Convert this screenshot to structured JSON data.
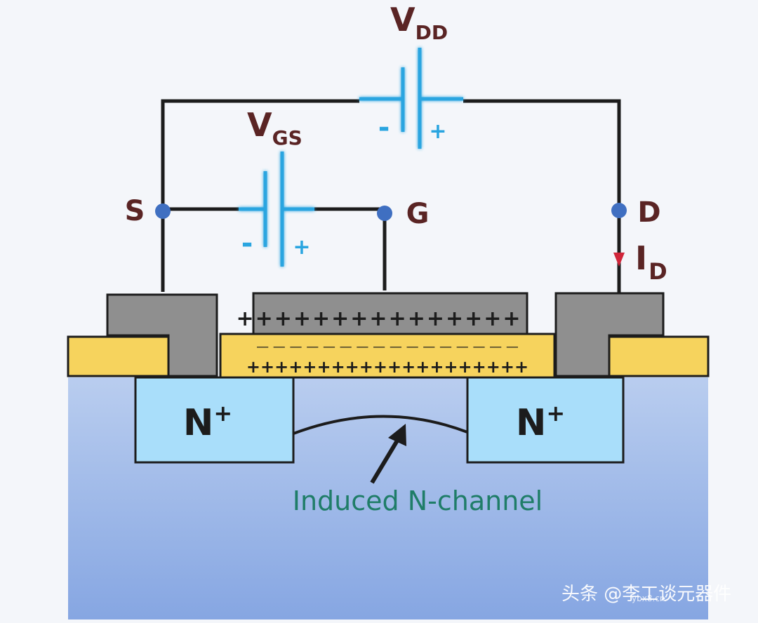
{
  "labels": {
    "vdd_main": "V",
    "vdd_sub": "DD",
    "vgs_main": "V",
    "vgs_sub": "GS",
    "source": "S",
    "gate": "G",
    "drain": "D",
    "id_main": "I",
    "id_sub": "D",
    "n_plus": "N",
    "n_plus_sup": "+",
    "channel_label": "Induced N-channel",
    "battery_minus": "-",
    "battery_plus": "+"
  },
  "charges": {
    "gate_plus": "+++++++++++++++",
    "oxide_minus": "— — — — — — — — — — — — — — — —",
    "oxide_plus": "++++++++++++++++++++"
  },
  "watermark": {
    "text": "头条 @李工谈元器件",
    "small": "ybx8.cn"
  },
  "colors": {
    "wire": "#1c1c1c",
    "battery": "#2aa5e0",
    "terminal": "#3f6fc1",
    "label": "#5a2424",
    "current_arrow": "#d0263a",
    "substrate": "#9fb9e6",
    "n_region": "#a9defa",
    "oxide": "#f6d35d",
    "metal": "#8f8f8f",
    "channel_text": "#1f7d68"
  }
}
